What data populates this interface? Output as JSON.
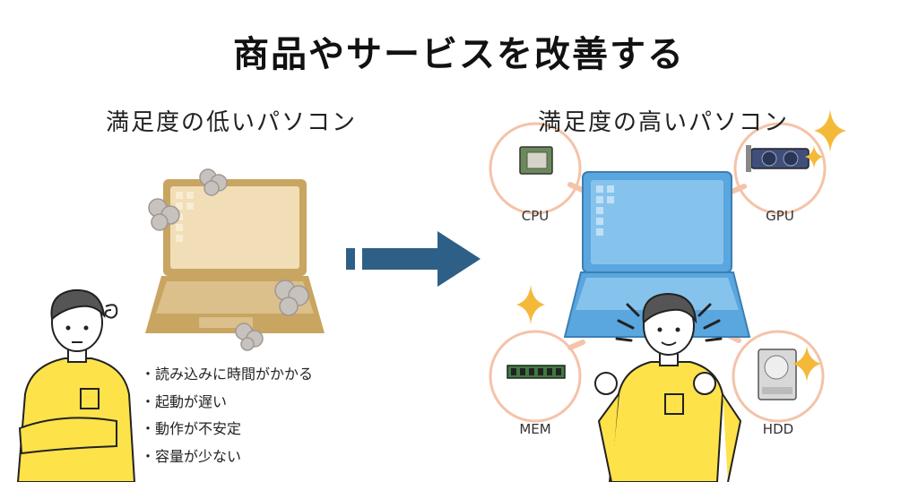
{
  "title": "商品やサービスを改善する",
  "left": {
    "subtitle": "満足度の低いパソコン",
    "issues": [
      "・読み込みに時間がかかる",
      "・起動が遅い",
      "・動作が不安定",
      "・容量が少ない"
    ]
  },
  "right": {
    "subtitle": "満足度の高いパソコン",
    "parts": [
      "CPU",
      "GPU",
      "MEM",
      "HDD"
    ]
  },
  "colors": {
    "arrow": "#2e5f86",
    "old_laptop": "#c9a562",
    "new_laptop": "#5aa6de",
    "circle": "#f4c3a8",
    "shirt": "#fde24a",
    "sparkle": "#f5b93a",
    "smoke": "#c8c2bf"
  }
}
